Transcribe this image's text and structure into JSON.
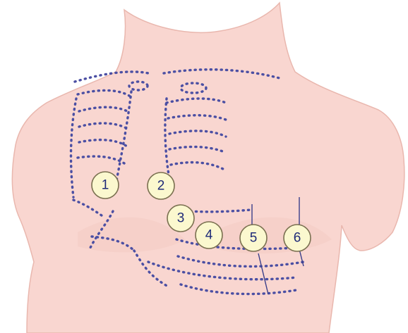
{
  "colors": {
    "skin": "#f9d6d0",
    "skin_edge": "#e9b7ae",
    "skin_shadow": "#f2c5bd",
    "dots": "#4b4fa3",
    "electrode_fill": "#fbf8cf",
    "electrode_stroke": "#7a7050",
    "electrode_text": "#1f2a78",
    "lead_line": "#3a3f8a"
  },
  "electrodes": [
    {
      "label": "1"
    },
    {
      "label": "2"
    },
    {
      "label": "3"
    },
    {
      "label": "4"
    },
    {
      "label": "5"
    },
    {
      "label": "6"
    }
  ]
}
